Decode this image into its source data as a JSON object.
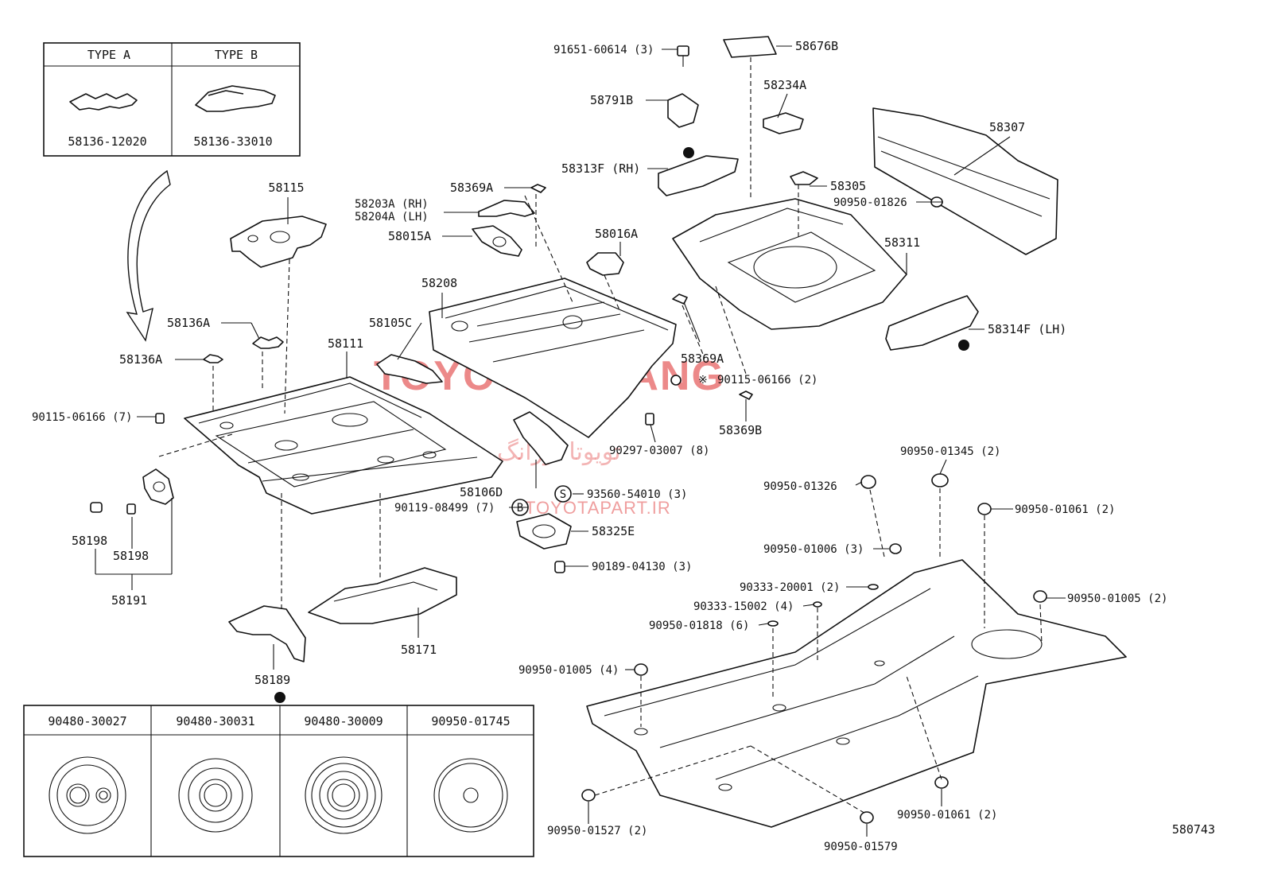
{
  "type_table": {
    "type_a_header": "TYPE A",
    "type_b_header": "TYPE B",
    "type_a_part": "58136-12020",
    "type_b_part": "58136-33010"
  },
  "grommet_table": {
    "headers": [
      "90480-30027",
      "90480-30031",
      "90480-30009",
      "90950-01745"
    ]
  },
  "diagram_number": "580743",
  "watermark": {
    "brand": "TOYOTA ORANG",
    "persian": "تویوتا اورانگ",
    "site": "TOYOTAPART.IR"
  },
  "symbols": {
    "s_mark": "S",
    "b_mark": "B",
    "x_mark": "※"
  },
  "labels": {
    "p58115": "58115",
    "p58136a_1": "58136A",
    "p58136a_2": "58136A",
    "p90115_7": "90115-06166 (7)",
    "p58111": "58111",
    "p58198_1": "58198",
    "p58198_2": "58198",
    "p58191": "58191",
    "p58189": "58189",
    "p58171": "58171",
    "p58105c": "58105C",
    "p58208": "58208",
    "p58015a": "58015A",
    "p58203a": "58203A (RH)",
    "p58204a": "58204A (LH)",
    "p58369a_1": "58369A",
    "p58016a": "58016A",
    "p58369a_2": "58369A",
    "p90115_2": "90115-06166 (2)",
    "p58369b": "58369B",
    "p90297": "90297-03007 (8)",
    "p58106d": "58106D",
    "p93560": "93560-54010 (3)",
    "p90119": "90119-08499 (7)",
    "p58325e": "58325E",
    "p90189": "90189-04130 (3)",
    "p91651": "91651-60614 (3)",
    "p58791b": "58791B",
    "p58313f": "58313F (RH)",
    "p58676b": "58676B",
    "p58234a": "58234A",
    "p58305": "58305",
    "p58307": "58307",
    "p90950_01826": "90950-01826",
    "p58311": "58311",
    "p58314f": "58314F (LH)",
    "p90950_01345": "90950-01345 (2)",
    "p90950_01326": "90950-01326",
    "p90950_01061_a": "90950-01061 (2)",
    "p90950_01006": "90950-01006 (3)",
    "p90333_20001": "90333-20001 (2)",
    "p90333_15002": "90333-15002 (4)",
    "p90950_01005_a": "90950-01005 (2)",
    "p90950_01818": "90950-01818 (6)",
    "p90950_01005_b": "90950-01005 (4)",
    "p90950_01527": "90950-01527 (2)",
    "p90950_01579": "90950-01579",
    "p90950_01061_b": "90950-01061 (2)"
  }
}
